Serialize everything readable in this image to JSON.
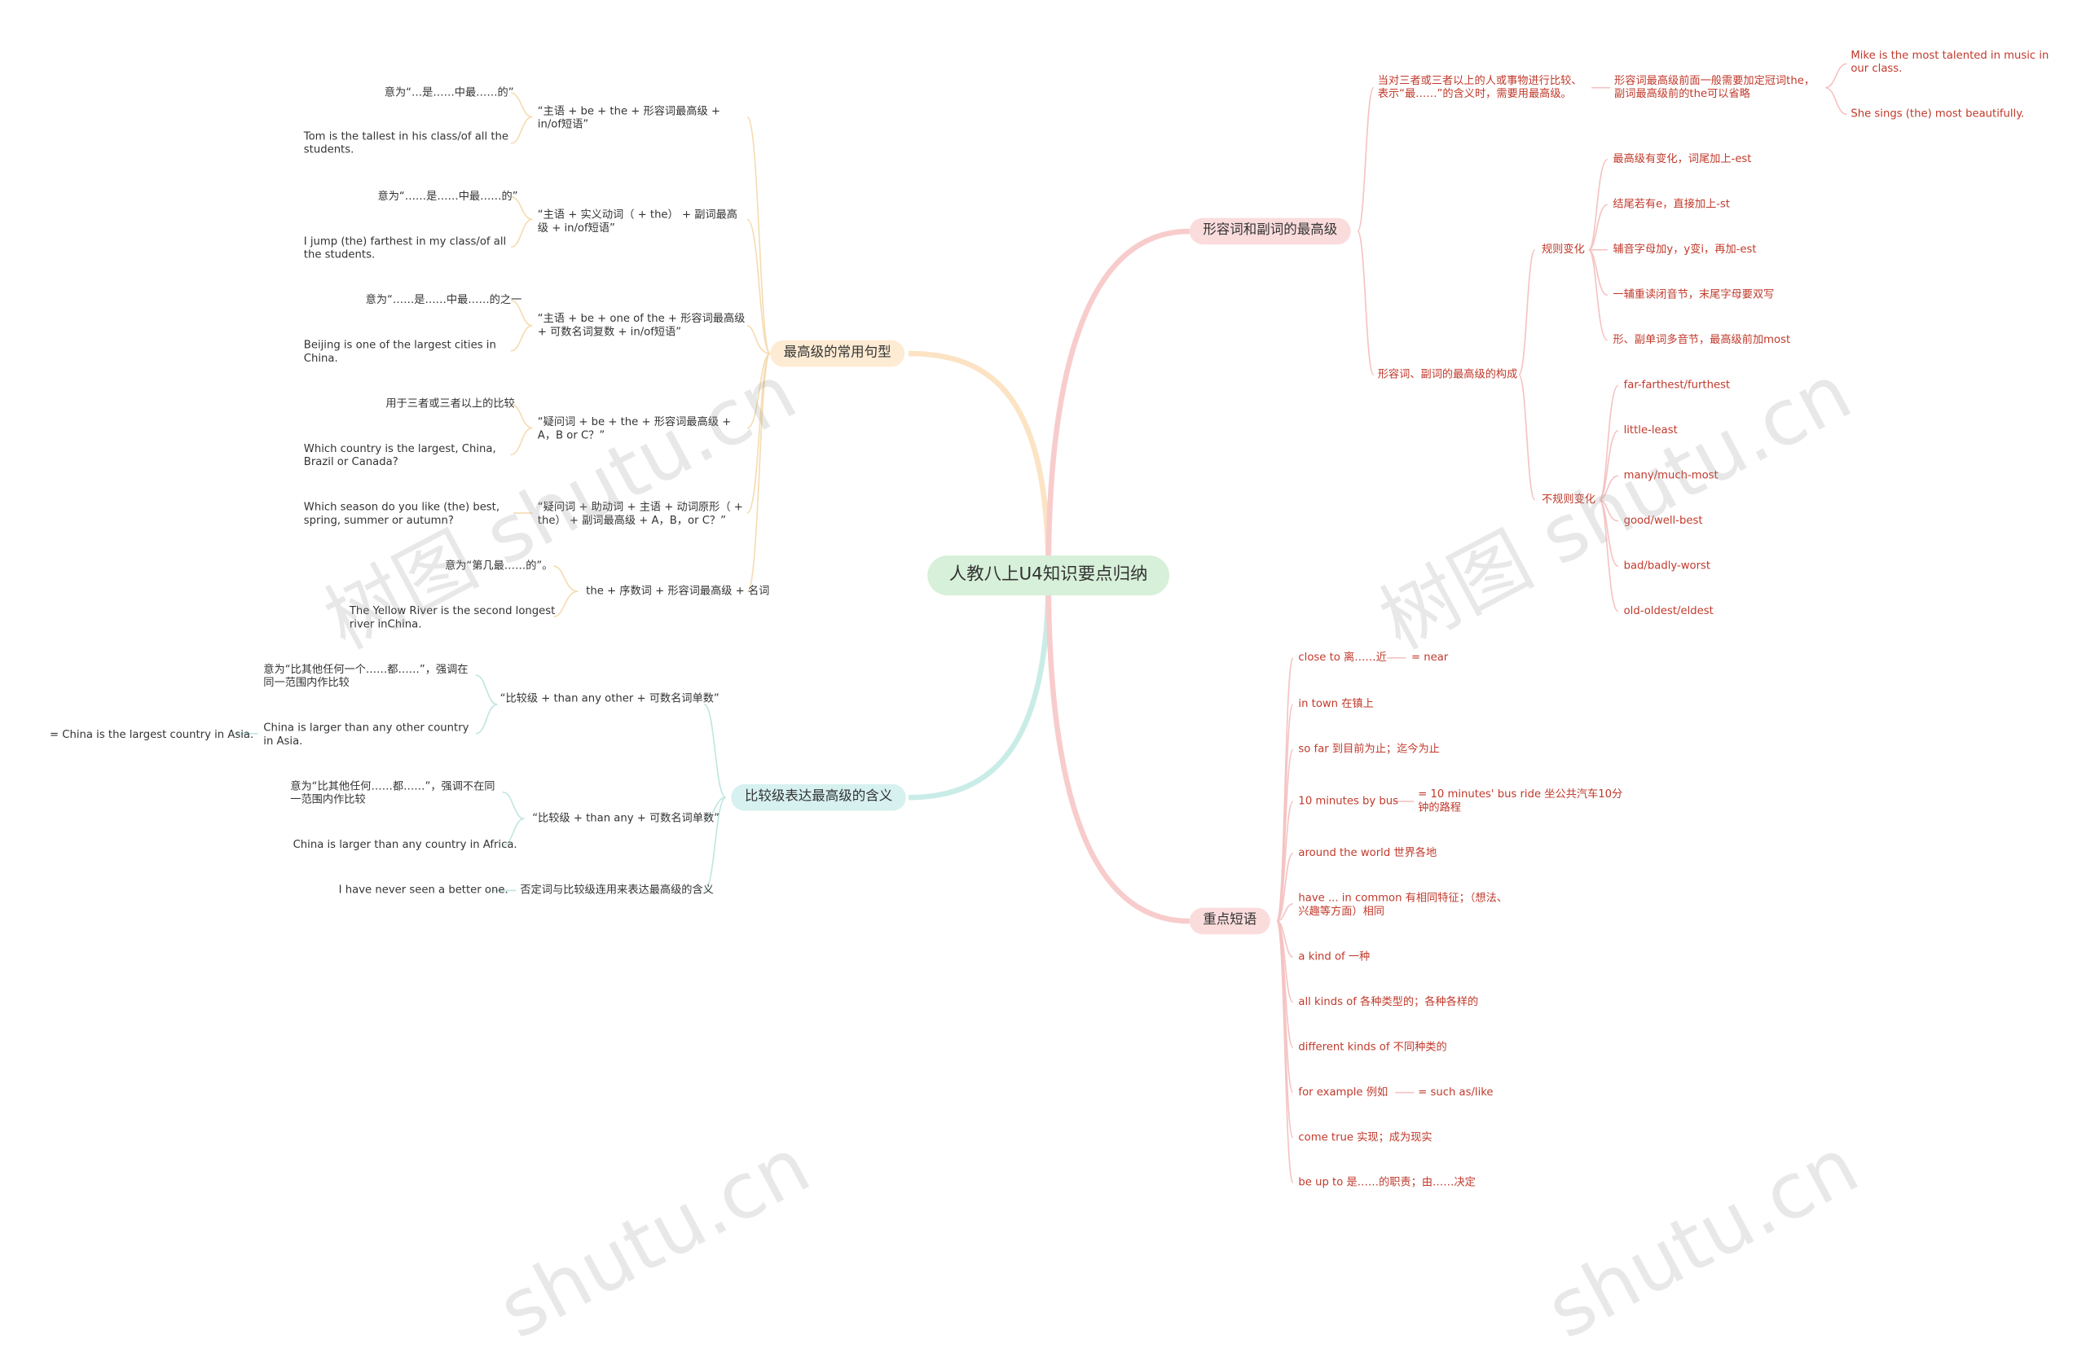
{
  "center": "人教八上U4知识要点归纳",
  "branches": {
    "sentences": "最高级的常用句型",
    "comparative": "比较级表达最高级的含义",
    "formation": "形容词和副词的最高级",
    "phrases": "重点短语"
  },
  "sentences": {
    "p1": "“主语 + be + the + 形容词最高级 + in/of短语”",
    "p1_note": "意为“…是……中最……的”",
    "p1_ex": "Tom is the tallest in his class/of all the students.",
    "p2": "“主语 + 实义动词（ + the） + 副词最高级 + in/of短语”",
    "p2_note": "意为“……是……中最……的”",
    "p2_ex": "I jump (the) farthest in my class/of all the students.",
    "p3": "“主语 + be + one of the + 形容词最高级 + 可数名词复数 + in/of短语”",
    "p3_note": "意为“……是……中最……的之一",
    "p3_ex": "Beijing is one of the largest cities in China.",
    "p4": "“疑问词 + be + the + 形容词最高级 + A，B or C？”",
    "p4_note": "用于三者或三者以上的比较",
    "p4_ex": "Which country is the largest, China, Brazil or Canada?",
    "p5": "“疑问词 + 助动词 + 主语 + 动词原形（ + the） + 副词最高级 + A，B，or C？”",
    "p5_ex": "Which season do you like (the) best, spring, summer or autumn?",
    "p6": "the + 序数词 + 形容词最高级 + 名词",
    "p6_note": "意为“第几最……的”。",
    "p6_ex": "The Yellow River is the second longest river inChina."
  },
  "comparative": {
    "c1": "“比较级 + than any other + 可数名词单数”",
    "c1_note": "意为“比其他任何一个……都……”，强调在同一范围内作比较",
    "c1_ex": "China is larger than any other country in Asia.",
    "c1_ex2": "= China is the largest country in Asia.",
    "c2": "“比较级 + than any + 可数名词单数”",
    "c2_note": "意为“比其他任何……都……”，强调不在同一范围内作比较",
    "c2_ex": "China is larger than any country in Africa.",
    "c3": "否定词与比较级连用来表达最高级的含义",
    "c3_ex": "I have never seen a better one."
  },
  "formation": {
    "def": "当对三者或三者以上的人或事物进行比较、表示“最……”的含义时，需要用最高级。",
    "def_note": "形容词最高级前面一般需要加定冠词the，副词最高级前的the可以省略",
    "def_ex1": "Mike is the most talented in music in our class.",
    "def_ex2": "She sings (the) most beautifully.",
    "build": "形容词、副词的最高级的构成",
    "regular": "规则变化",
    "regular_items": [
      "最高级有变化，词尾加上-est",
      "结尾若有e，直接加上-st",
      "辅音字母加y，y变i，再加-est",
      "一辅重读闭音节，末尾字母要双写",
      "形、副单词多音节，最高级前加most"
    ],
    "irregular": "不规则变化",
    "irregular_items": [
      "far-farthest/furthest",
      "little-least",
      "many/much-most",
      "good/well-best",
      "bad/badly-worst",
      "old-oldest/eldest"
    ]
  },
  "phrases": {
    "items": [
      {
        "text": "close to  离……近",
        "extra": "= near"
      },
      {
        "text": " in town  在镇上",
        "extra": ""
      },
      {
        "text": "so far  到目前为止；迄今为止",
        "extra": ""
      },
      {
        "text": "10 minutes by bus",
        "extra": "= 10 minutes' bus ride  坐公共汽车10分钟的路程"
      },
      {
        "text": "around the world   世界各地",
        "extra": ""
      },
      {
        "text": "have ... in common  有相同特征；（想法、兴趣等方面）相同",
        "extra": ""
      },
      {
        "text": "a kind of  一种",
        "extra": ""
      },
      {
        "text": "all kinds of   各种类型的；各种各样的",
        "extra": ""
      },
      {
        "text": "different kinds of   不同种类的",
        "extra": ""
      },
      {
        "text": "for example   例如",
        "extra": "= such as/like"
      },
      {
        "text": "come true  实现；成为现实",
        "extra": ""
      },
      {
        "text": "be up to   是……的职责；由……决定",
        "extra": ""
      }
    ]
  },
  "watermark": "树图 shutu.cn",
  "watermark2": "shutu.cn",
  "colors": {
    "orange": "#f7d9a8",
    "teal": "#a8e0da",
    "red": "#f5b3b3",
    "leafRed": "#c0392b"
  }
}
